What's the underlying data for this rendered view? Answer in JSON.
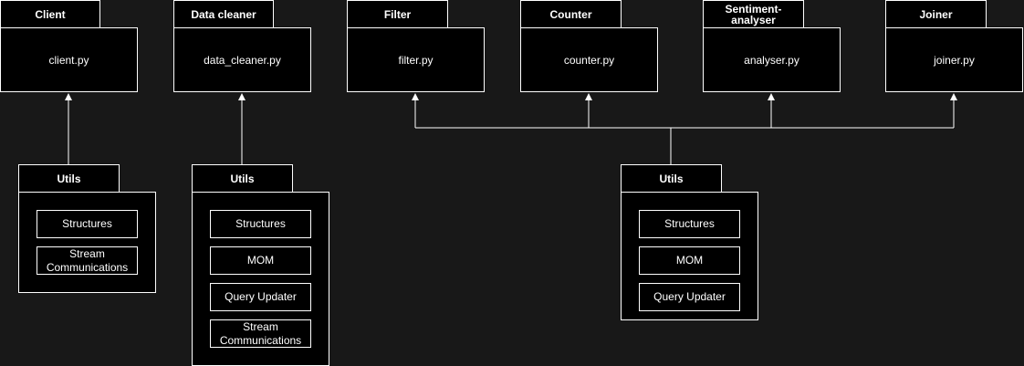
{
  "modules": [
    {
      "tab": "Client",
      "file": "client.py"
    },
    {
      "tab": "Data cleaner",
      "file": "data_cleaner.py"
    },
    {
      "tab": "Filter",
      "file": "filter.py"
    },
    {
      "tab": "Counter",
      "file": "counter.py"
    },
    {
      "tab": "Sentiment-\nanalyser",
      "file": "analyser.py"
    },
    {
      "tab": "Joiner",
      "file": "joiner.py"
    }
  ],
  "utils": [
    {
      "tab": "Utils",
      "items": [
        "Structures",
        "Stream\nCommunications"
      ]
    },
    {
      "tab": "Utils",
      "items": [
        "Structures",
        "MOM",
        "Query Updater",
        "Stream\nCommunications"
      ]
    },
    {
      "tab": "Utils",
      "items": [
        "Structures",
        "MOM",
        "Query Updater"
      ]
    }
  ]
}
